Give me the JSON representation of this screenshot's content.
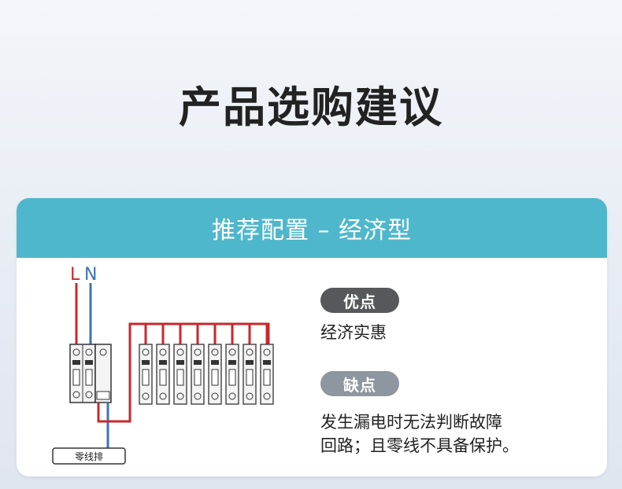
{
  "page_title": "产品选购建议",
  "card": {
    "header": "推荐配置 – 经济型",
    "diagram": {
      "label_l": "L",
      "label_n": "N",
      "zero_bar_label": "零线排"
    },
    "advantages": {
      "badge": "优点",
      "text": "经济实惠"
    },
    "disadvantages": {
      "badge": "缺点",
      "line1": "发生漏电时无法判断故障",
      "line2": "回路；且零线不具备保护。"
    }
  },
  "colors": {
    "header_bg": "#4fb7cc",
    "live_wire": "#c8282d",
    "neutral_wire": "#3f73b8",
    "badge_pro": "#56585c",
    "badge_con": "#8e96a0"
  }
}
